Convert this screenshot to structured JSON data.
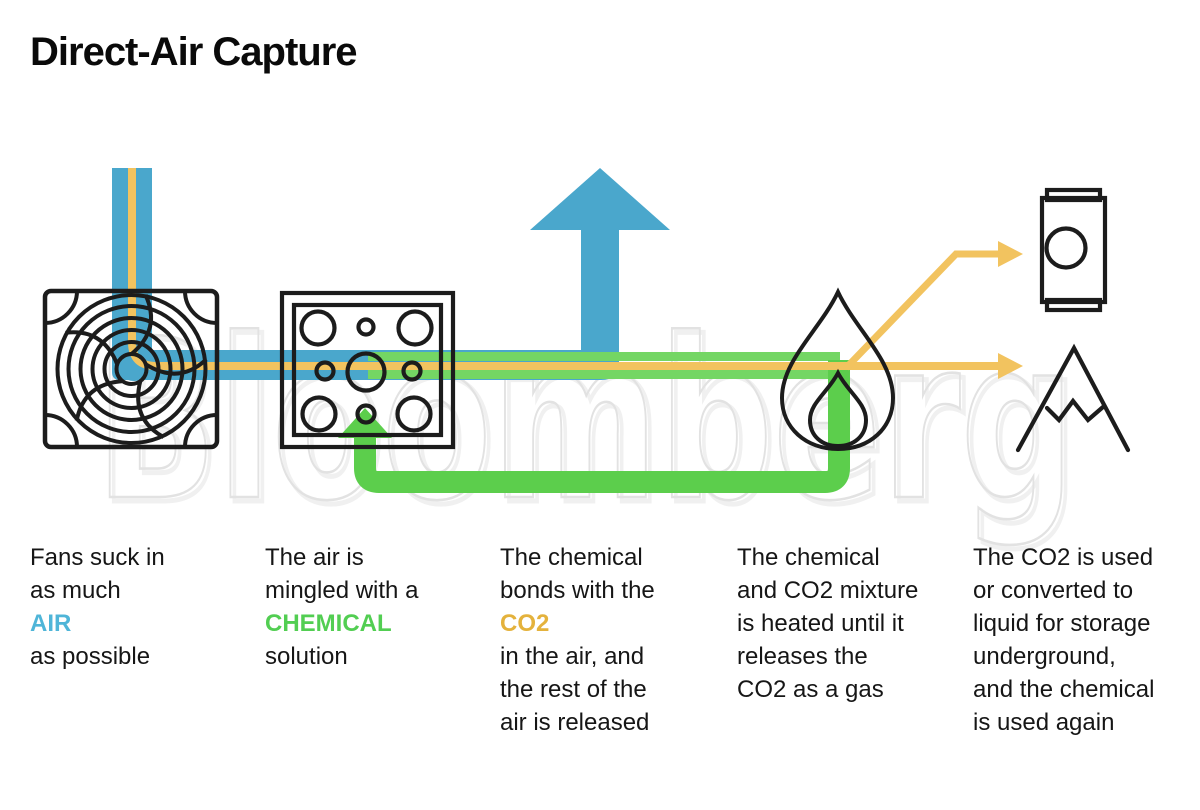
{
  "title": "Direct-Air Capture",
  "watermark": "Bloomberg",
  "colors": {
    "pipe_blue": "#4AA7CC",
    "pipe_green": "#5CCE4C",
    "stripe_green": "#74D664",
    "pipe_yellow": "#F2C35F",
    "air_text": "#4FB5D8",
    "chemical_text": "#52CE52",
    "co2_text": "#E4B23C",
    "ink": "#1C1C1C",
    "watermark": "#E2E2E2"
  },
  "icons": [
    "fan-icon",
    "chemical-box-icon",
    "released-air-up-arrow",
    "flame-icon",
    "can-icon",
    "mountain-icon",
    "co2-arrow-to-can",
    "co2-arrow-to-mountain",
    "chemical-return-arrow"
  ],
  "captions": [
    {
      "lines": [
        {
          "t": "Fans suck in"
        },
        {
          "t": "as much"
        },
        {
          "t": "AIR",
          "c": "air_text"
        },
        {
          "t": "as possible"
        }
      ]
    },
    {
      "lines": [
        {
          "t": "The air is"
        },
        {
          "t": "mingled with a"
        },
        {
          "t": "CHEMICAL",
          "c": "chemical_text"
        },
        {
          "t": "solution"
        }
      ]
    },
    {
      "lines": [
        {
          "t": "The chemical"
        },
        {
          "t": "bonds with the"
        },
        {
          "t": "CO2",
          "c": "co2_text"
        },
        {
          "t": "in the air, and"
        },
        {
          "t": "the rest of the"
        },
        {
          "t": "air is released"
        }
      ]
    },
    {
      "lines": [
        {
          "t": "The chemical"
        },
        {
          "t": "and CO2 mixture"
        },
        {
          "t": "is heated until it"
        },
        {
          "t": "releases the"
        },
        {
          "t": "CO2 as a gas"
        }
      ]
    },
    {
      "lines": [
        {
          "t": "The CO2 is used"
        },
        {
          "t": "or converted to"
        },
        {
          "t": "liquid for storage"
        },
        {
          "t": "underground,"
        },
        {
          "t": "and the chemical"
        },
        {
          "t": "is used again"
        }
      ]
    }
  ]
}
